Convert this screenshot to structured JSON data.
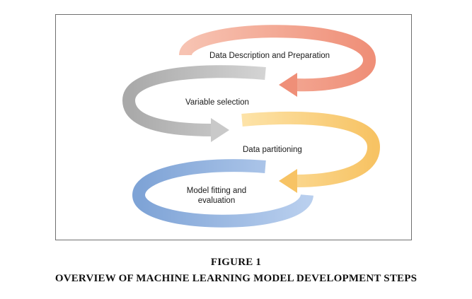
{
  "diagram": {
    "steps": [
      {
        "label": "Data Description and Preparation",
        "color": "#f2a58f"
      },
      {
        "label": "Variable selection",
        "color": "#b9b9b9"
      },
      {
        "label": "Data partitioning",
        "color": "#fad27f"
      },
      {
        "label": "Model fitting and evaluation",
        "color": "#8fb0dd"
      }
    ]
  },
  "caption": {
    "figure_number": "FIGURE 1",
    "title": "OVERVIEW OF MACHINE LEARNING MODEL DEVELOPMENT STEPS"
  }
}
